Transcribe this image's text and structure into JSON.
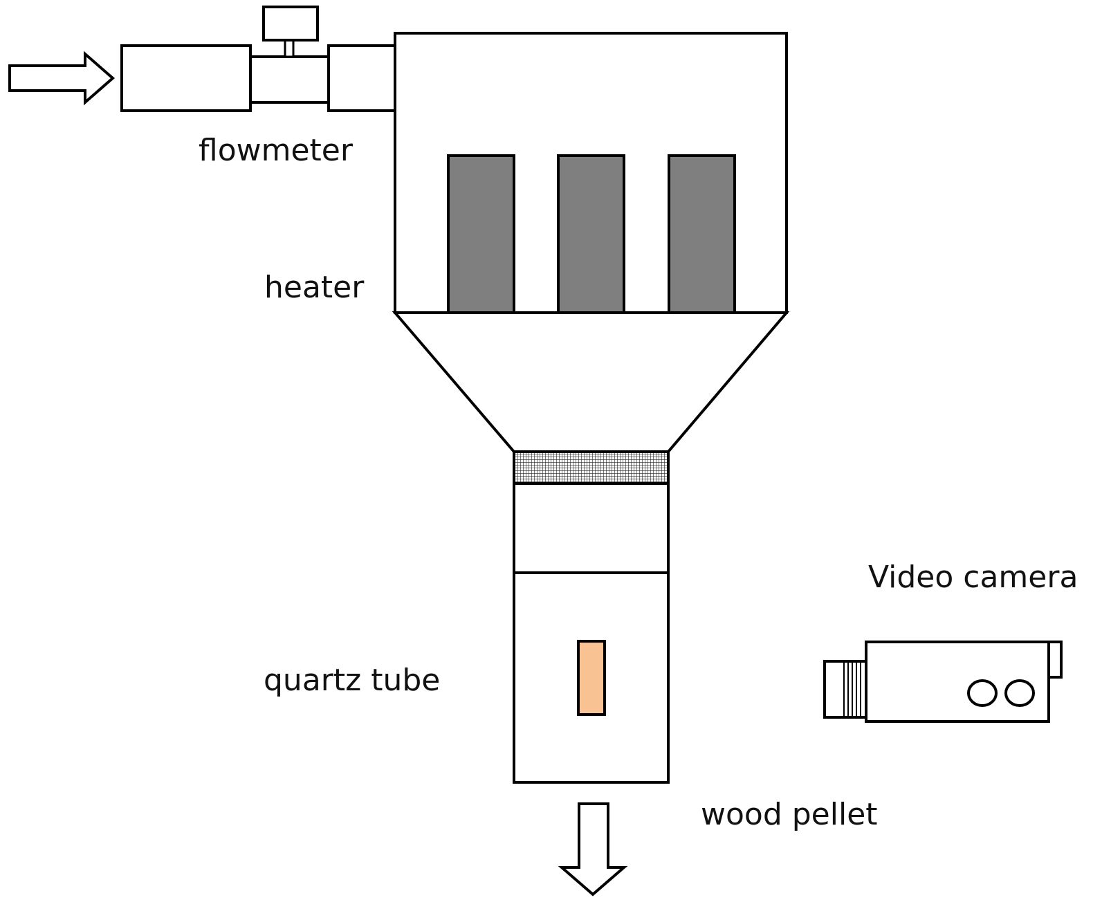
{
  "labels": {
    "flowmeter": "flowmeter",
    "heater": "heater",
    "quartz_tube": "quartz tube",
    "video_camera": "Video camera",
    "wood_pellet": "wood pellet"
  },
  "colors": {
    "stroke": "#000000",
    "heater_fill": "#7f7f7f",
    "pellet_fill": "#f8c293",
    "mesh_fill": "#bdbdbd",
    "background": "#ffffff"
  },
  "icons": {
    "inlet_arrow": "arrow-right-outline",
    "outlet_arrow": "arrow-down-outline"
  }
}
